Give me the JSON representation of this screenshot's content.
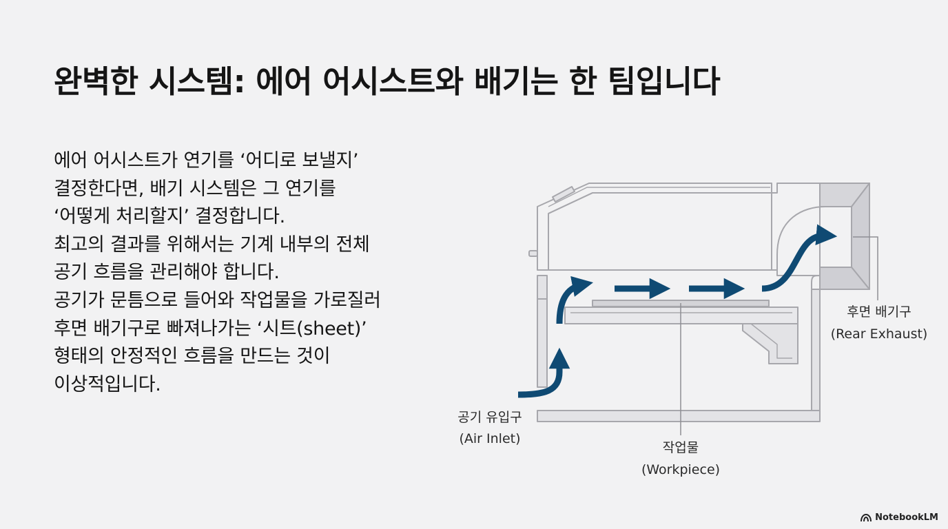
{
  "title": "완벽한 시스템: 에어 어시스트와 배기는 한 팀입니다",
  "body_lines": [
    "에어 어시스트가 연기를 ‘어디로 보낼지’",
    "결정한다면, 배기 시스템은 그 연기를",
    "‘어떻게 처리할지’ 결정합니다.",
    "최고의 결과를 위해서는 기계 내부의 전체",
    "공기 흐름을 관리해야 합니다.",
    "공기가 문틈으로 들어와 작업물을 가로질러",
    "후면 배기구로 빠져나가는 ‘시트(sheet)’",
    "형태의 안정적인 흐름을 만드는 것이",
    "이상적입니다."
  ],
  "diagram": {
    "labels": {
      "air_inlet_ko": "공기 유입구",
      "air_inlet_en": "(Air Inlet)",
      "workpiece_ko": "작업물",
      "workpiece_en": "(Workpiece)",
      "rear_exhaust_ko": "후면 배기구",
      "rear_exhaust_en": "(Rear Exhaust)"
    },
    "colors": {
      "airflow": "#0f4a73",
      "machine_outline": "#a7a7ac",
      "machine_fill": "#e3e3e6"
    }
  },
  "brand": "NotebookLM"
}
